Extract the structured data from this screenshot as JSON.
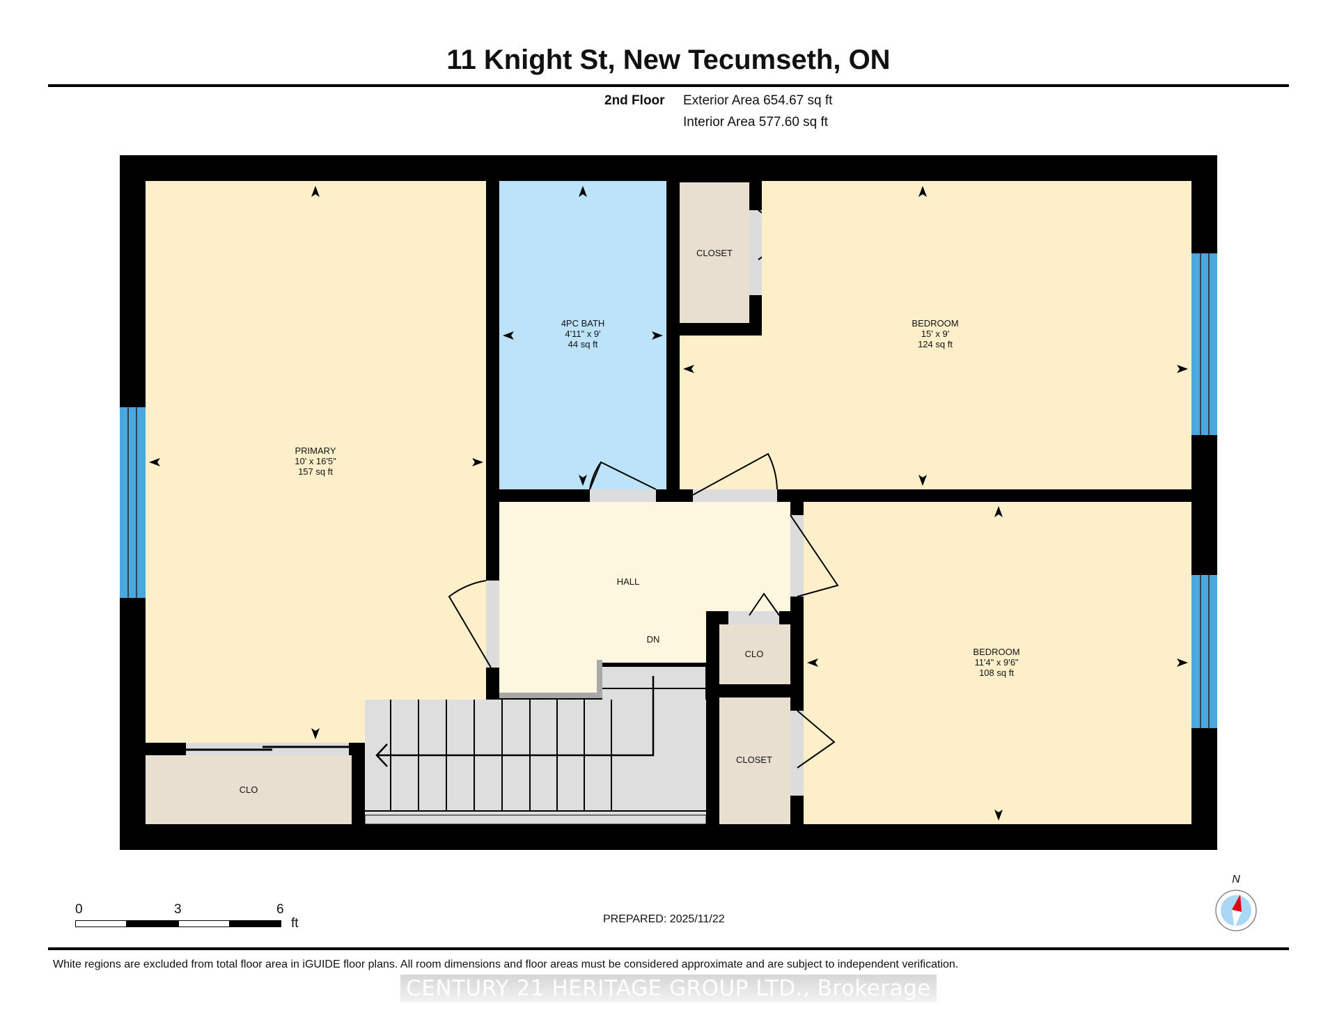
{
  "header": {
    "title": "11 Knight St, New Tecumseth, ON",
    "floor_name": "2nd Floor",
    "exterior_area": "Exterior Area 654.67 sq ft",
    "interior_area": "Interior Area 577.60 sq ft"
  },
  "rooms": {
    "primary": {
      "name": "PRIMARY",
      "dims": "10' x 16'5\"",
      "area": "157 sq ft"
    },
    "bath": {
      "name": "4PC BATH",
      "dims": "4'11\" x 9'",
      "area": "44 sq ft"
    },
    "bedroom_top": {
      "name": "BEDROOM",
      "dims": "15' x 9'",
      "area": "124 sq ft"
    },
    "bedroom_bottom": {
      "name": "BEDROOM",
      "dims": "11'4\" x 9'6\"",
      "area": "108 sq ft"
    },
    "closet_top": {
      "name": "CLOSET"
    },
    "closet_bottom": {
      "name": "CLOSET"
    },
    "clo_hall": {
      "name": "CLO"
    },
    "clo_primary": {
      "name": "CLO"
    },
    "hall": {
      "name": "HALL"
    },
    "stairs": {
      "label": "DN"
    }
  },
  "colors": {
    "wall": "#000000",
    "bedroom_fill": "#FDEFC9",
    "bath_fill": "#BDE3FA",
    "hall_fill": "#FEF7DF",
    "closet_fill": "#E8DFD0",
    "stairs_fill": "#DEDEDE",
    "window": "#4AA8DF",
    "door_opening": "#DCDCDC"
  },
  "scale_bar": {
    "labels": [
      "0",
      "3",
      "6"
    ],
    "unit": "ft"
  },
  "compass": {
    "label": "N"
  },
  "footer": {
    "prepared": "PREPARED: 2025/11/22",
    "disclaimer": "White regions are excluded from total floor area in iGUIDE floor plans. All room dimensions and floor areas must be considered approximate and are subject to independent verification.",
    "watermark": "CENTURY 21 HERITAGE GROUP LTD., Brokerage"
  }
}
